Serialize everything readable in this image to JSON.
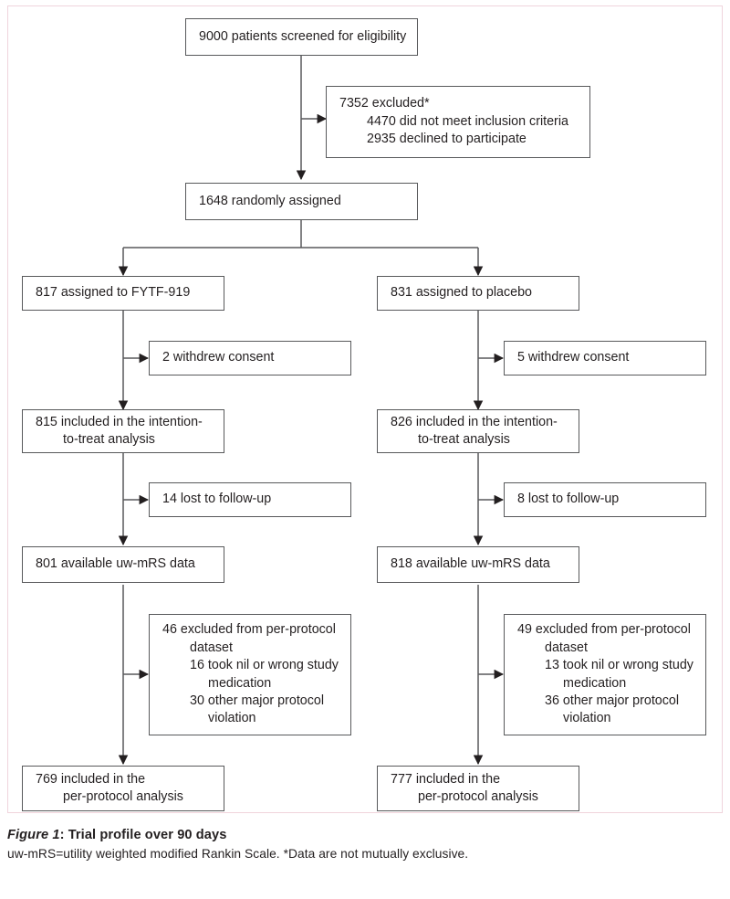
{
  "figure": {
    "caption_figure_number": "Figure 1",
    "caption_title": ": Trial profile over 90 days",
    "caption_note": "uw-mRS=utility weighted modified Rankin Scale. *Data are not mutually exclusive.",
    "frame_color": "#f0d4dc",
    "box_border_color": "#58595b",
    "text_color": "#231f20"
  },
  "flow": {
    "screened": {
      "line1": "9000 patients screened for eligibility"
    },
    "excluded": {
      "line1": "7352 excluded*",
      "line2": "4470 did not meet inclusion criteria",
      "line3": "2935 declined to participate"
    },
    "randomised": {
      "line1": "1648 randomly assigned"
    },
    "left_arm": {
      "assigned": {
        "line1": "817 assigned to FYTF-919"
      },
      "withdrew": {
        "line1": "2 withdrew consent"
      },
      "itt": {
        "line1": "815 included in the intention-",
        "line2": "to-treat analysis"
      },
      "lost": {
        "line1": "14 lost to follow-up"
      },
      "available": {
        "line1": "801 available uw-mRS data"
      },
      "pp_excluded": {
        "line1": "46 excluded from per-protocol",
        "line2": "dataset",
        "line3": "16 took nil or wrong study",
        "line4": "medication",
        "line5": "30 other major protocol",
        "line6": "violation"
      },
      "pp_included": {
        "line1": "769 included in the",
        "line2": "per-protocol analysis"
      }
    },
    "right_arm": {
      "assigned": {
        "line1": "831 assigned to placebo"
      },
      "withdrew": {
        "line1": "5 withdrew consent"
      },
      "itt": {
        "line1": "826 included in the intention-",
        "line2": "to-treat analysis"
      },
      "lost": {
        "line1": "8 lost to follow-up"
      },
      "available": {
        "line1": "818 available uw-mRS data"
      },
      "pp_excluded": {
        "line1": "49 excluded from per-protocol",
        "line2": "dataset",
        "line3": "13 took nil or wrong study",
        "line4": "medication",
        "line5": "36 other major protocol",
        "line6": "violation"
      },
      "pp_included": {
        "line1": "777 included in the",
        "line2": "per-protocol analysis"
      }
    }
  },
  "chart_data": {
    "type": "diagram",
    "title": "Figure 1: Trial profile over 90 days",
    "nodes": [
      {
        "id": "screened",
        "label": "9000 patients screened for eligibility",
        "value": 9000
      },
      {
        "id": "excluded",
        "label": "7352 excluded*",
        "value": 7352,
        "children": [
          {
            "label": "did not meet inclusion criteria",
            "value": 4470
          },
          {
            "label": "declined to participate",
            "value": 2935
          }
        ]
      },
      {
        "id": "randomised",
        "label": "1648 randomly assigned",
        "value": 1648
      },
      {
        "id": "left-assigned",
        "label": "817 assigned to FYTF-919",
        "value": 817,
        "arm": "FYTF-919"
      },
      {
        "id": "left-withdrew",
        "label": "2 withdrew consent",
        "value": 2,
        "arm": "FYTF-919"
      },
      {
        "id": "left-itt",
        "label": "815 included in the intention-to-treat analysis",
        "value": 815,
        "arm": "FYTF-919"
      },
      {
        "id": "left-lost",
        "label": "14 lost to follow-up",
        "value": 14,
        "arm": "FYTF-919"
      },
      {
        "id": "left-available",
        "label": "801 available uw-mRS data",
        "value": 801,
        "arm": "FYTF-919"
      },
      {
        "id": "left-pp-excluded",
        "label": "46 excluded from per-protocol dataset",
        "value": 46,
        "arm": "FYTF-919",
        "children": [
          {
            "label": "took nil or wrong study medication",
            "value": 16
          },
          {
            "label": "other major protocol violation",
            "value": 30
          }
        ]
      },
      {
        "id": "left-pp-included",
        "label": "769 included in the per-protocol analysis",
        "value": 769,
        "arm": "FYTF-919"
      },
      {
        "id": "right-assigned",
        "label": "831 assigned to placebo",
        "value": 831,
        "arm": "placebo"
      },
      {
        "id": "right-withdrew",
        "label": "5 withdrew consent",
        "value": 5,
        "arm": "placebo"
      },
      {
        "id": "right-itt",
        "label": "826 included in the intention-to-treat analysis",
        "value": 826,
        "arm": "placebo"
      },
      {
        "id": "right-lost",
        "label": "8 lost to follow-up",
        "value": 8,
        "arm": "placebo"
      },
      {
        "id": "right-available",
        "label": "818 available uw-mRS data",
        "value": 818,
        "arm": "placebo"
      },
      {
        "id": "right-pp-excluded",
        "label": "49 excluded from per-protocol dataset",
        "value": 49,
        "arm": "placebo",
        "children": [
          {
            "label": "took nil or wrong study medication",
            "value": 13
          },
          {
            "label": "other major protocol violation",
            "value": 36
          }
        ]
      },
      {
        "id": "right-pp-included",
        "label": "777 included in the per-protocol analysis",
        "value": 777,
        "arm": "placebo"
      }
    ]
  }
}
